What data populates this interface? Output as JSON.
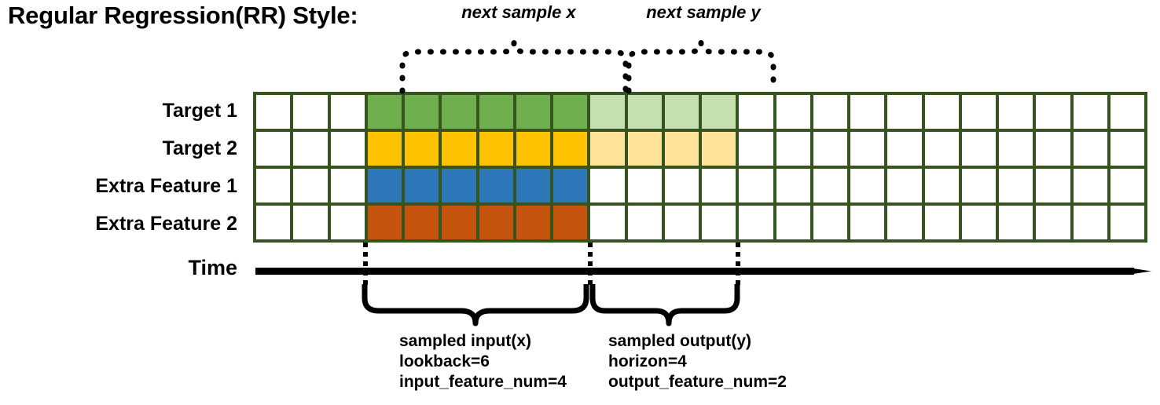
{
  "title": "Regular Regression(RR) Style:",
  "colors": {
    "grid_border": "#36541f",
    "target1": "#6fae4c",
    "target2": "#ffc200",
    "extra1": "#2d77b8",
    "extra2": "#c5540f",
    "target1_light": "#c5dfb0",
    "target2_light": "#ffe499",
    "empty": "#ffffff",
    "ink": "#000000"
  },
  "rows": [
    {
      "label": "Target 1",
      "fill": "#6fae4c",
      "light_fill": "#c5dfb0",
      "has_horizon": true
    },
    {
      "label": "Target 2",
      "fill": "#ffc200",
      "light_fill": "#ffe499",
      "has_horizon": true
    },
    {
      "label": "Extra Feature 1",
      "fill": "#2d77b8",
      "light_fill": "#ffffff",
      "has_horizon": false
    },
    {
      "label": "Extra Feature 2",
      "fill": "#c5540f",
      "light_fill": "#ffffff",
      "has_horizon": false
    }
  ],
  "grid": {
    "columns": 24,
    "lead_empty_columns": 3,
    "lookback_start_column": 4,
    "lookback_columns": 6,
    "horizon_columns": 4
  },
  "time_axis": {
    "label": "Time",
    "arrow": "right-arrow"
  },
  "top_annotations": [
    {
      "label": "next sample x",
      "brace": "dotted-brace"
    },
    {
      "label": "next sample y",
      "brace": "dotted-brace"
    }
  ],
  "bottom_annotations": [
    {
      "brace": "solid-brace",
      "lines": [
        "sampled input(x)",
        "lookback=6",
        "input_feature_num=4"
      ]
    },
    {
      "brace": "solid-brace",
      "lines": [
        "sampled output(y)",
        "horizon=4",
        "output_feature_num=2"
      ]
    }
  ],
  "chart_data": {
    "type": "diagram-timeline",
    "title": "Regular Regression(RR) Style:",
    "series_rows": [
      "Target 1",
      "Target 2",
      "Extra Feature 1",
      "Extra Feature 2"
    ],
    "total_timesteps": 24,
    "input_window": {
      "start_step": 4,
      "length": 6,
      "features": 4
    },
    "output_window": {
      "start_step": 10,
      "length": 4,
      "features": 2
    }
  }
}
